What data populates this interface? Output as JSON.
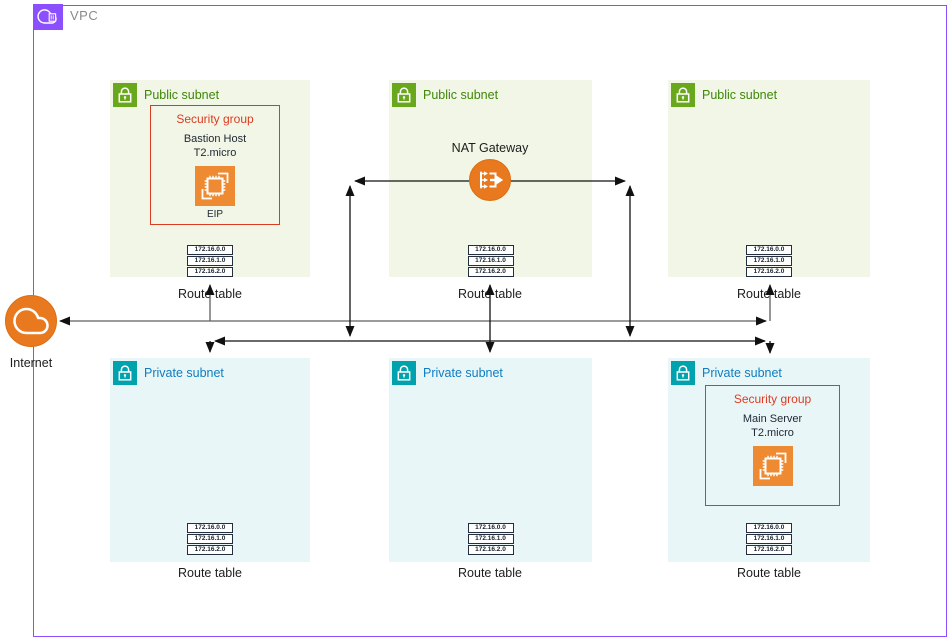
{
  "vpc": {
    "label": "VPC"
  },
  "internet": {
    "label": "Internet"
  },
  "nat_gateway": {
    "label": "NAT Gateway"
  },
  "subnets": {
    "public_label": "Public subnet",
    "private_label": "Private subnet"
  },
  "route_table": {
    "label": "Route table",
    "entries": [
      "172.16.0.0",
      "172.16.1.0",
      "172.16.2.0"
    ]
  },
  "security_groups": {
    "bastion": {
      "title": "Security group",
      "name": "Bastion Host",
      "instance_type": "T2.micro",
      "eip_label": "EIP"
    },
    "main_server": {
      "title": "Security group",
      "name": "Main Server",
      "instance_type": "T2.micro"
    }
  },
  "colors": {
    "vpc_border": "#8C4FFF",
    "public_accent": "#69A81D",
    "public_text": "#3E8709",
    "public_bg": "#F2F6E6",
    "private_accent": "#00A3AD",
    "private_text": "#0E7DC1",
    "private_bg": "#E9F6F8",
    "security_group_red": "#DB3C21",
    "ec2_orange": "#EE8A31",
    "gateway_orange": "#E8791E",
    "route_box_navy": "#232F3E"
  }
}
